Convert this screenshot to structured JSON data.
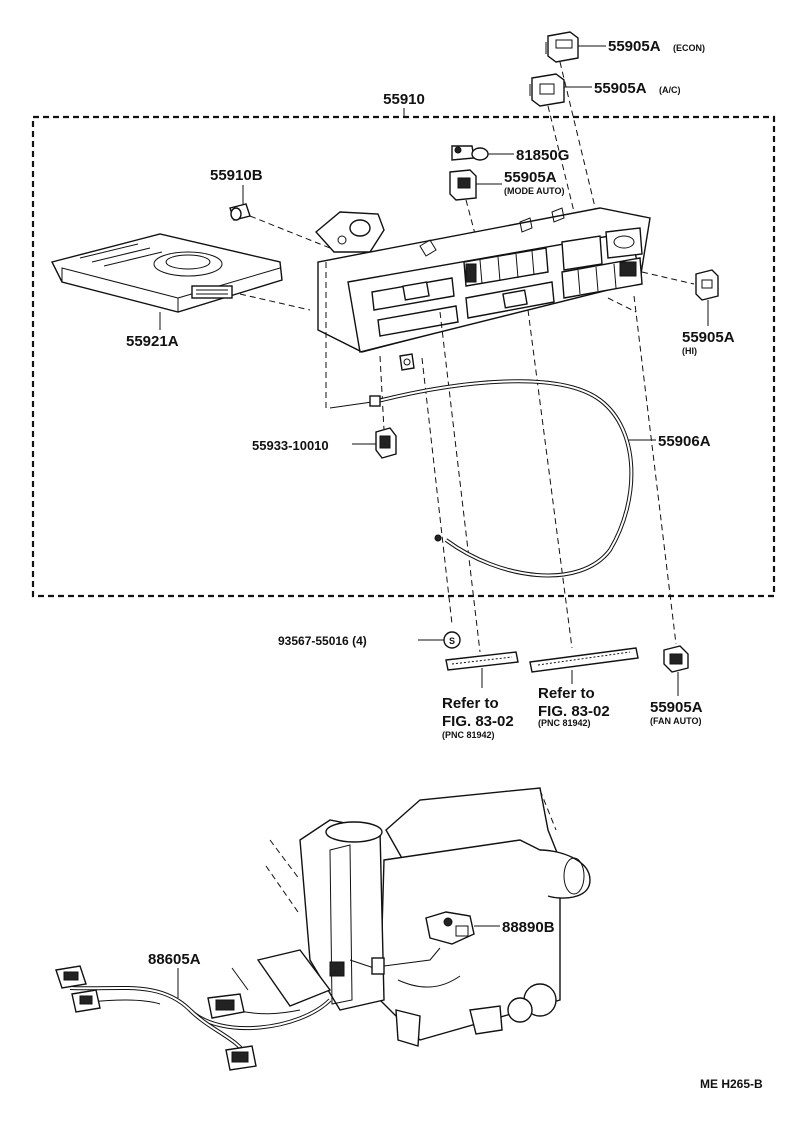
{
  "labels": {
    "assembly": "55910",
    "econ_part": "55905A",
    "econ_note": "(ECON)",
    "ac_part": "55905A",
    "ac_note": "(A/C)",
    "bulb": "81850G",
    "mode_part": "55905A",
    "mode_note": "(MODE AUTO)",
    "knob": "55910B",
    "panel": "55921A",
    "hi_part": "55905A",
    "hi_note": "(HI)",
    "clip": "55933-10010",
    "cable": "55906A",
    "screw": "93567-55016 (4)",
    "screw_symbol": "S",
    "ref1_line1": "Refer to",
    "ref1_line2": "FIG. 83-02",
    "ref1_note": "(PNC 81942)",
    "ref2_line1": "Refer to",
    "ref2_line2": "FIG. 83-02",
    "ref2_note": "(PNC 81942)",
    "fan_part": "55905A",
    "fan_note": "(FAN AUTO)",
    "sensor": "88890B",
    "harness": "88605A",
    "drawing_code": "ME H265-B"
  }
}
